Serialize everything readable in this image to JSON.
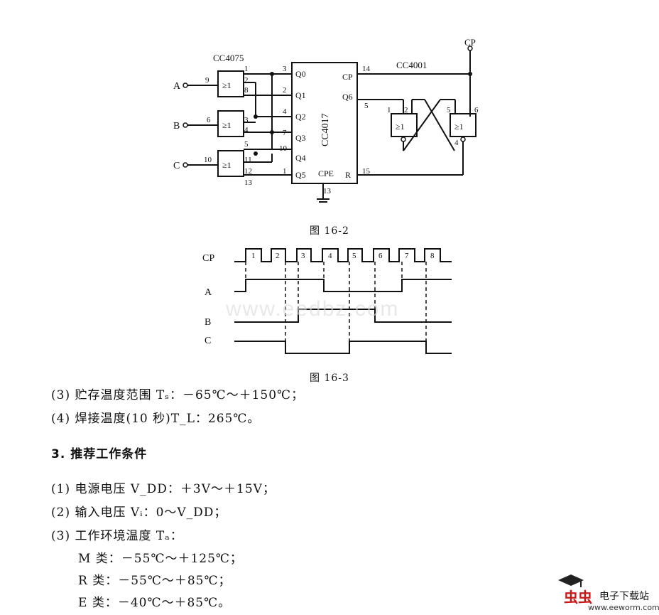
{
  "figure1": {
    "ic_counter": "CC4017",
    "ic_or": "CC4075",
    "ic_nor": "CC4001",
    "inputs": [
      "A",
      "B",
      "C"
    ],
    "cp_label": "CP",
    "or_gate_symbol": "≥1",
    "outputs": [
      "Q0",
      "Q1",
      "Q2",
      "Q3",
      "Q4",
      "Q5",
      "CP",
      "Q6",
      "R",
      "CPE"
    ],
    "pins": [
      "1",
      "2",
      "8",
      "9",
      "3",
      "4",
      "5",
      "6",
      "10",
      "11",
      "12",
      "13",
      "3",
      "2",
      "4",
      "7",
      "10",
      "1",
      "14",
      "5",
      "15",
      "13",
      "1",
      "2",
      "5",
      "6",
      "4"
    ],
    "caption": "图 16-2"
  },
  "figure2": {
    "signals": [
      "CP",
      "A",
      "B",
      "C"
    ],
    "pulse_numbers": [
      "1",
      "2",
      "3",
      "4",
      "5",
      "6",
      "7",
      "8"
    ],
    "caption": "图 16-3"
  },
  "watermark": "www.eedbz.com",
  "text": {
    "l1": "(3) 贮存温度范围 Tₛ：－65℃～＋150℃；",
    "l2": "(4) 焊接温度(10 秒)T_L：265℃。",
    "heading": "3. 推荐工作条件",
    "l3": "(1) 电源电压 V_DD：＋3V～＋15V；",
    "l4": "(2) 输入电压 Vᵢ：0～V_DD；",
    "l5": "(3) 工作环境温度 Tₐ：",
    "l6": "M 类：－55℃～＋125℃；",
    "l7": "R 类：－55℃～＋85℃；",
    "l8": "E 类：－40℃～＋85℃。"
  },
  "logo": {
    "cn": "虫虫",
    "title": "电子下载站",
    "url": "www.eeworm.com"
  }
}
